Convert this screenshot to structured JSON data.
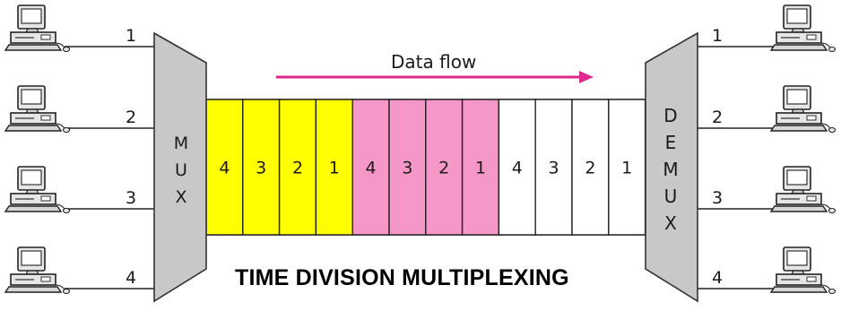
{
  "flow": {
    "label": "Data flow",
    "arrow_color": "#e0288c"
  },
  "title": "TIME DIVISION MULTIPLEXING",
  "mux": {
    "label": [
      "M",
      "U",
      "X"
    ],
    "fill": "#c8c8c8"
  },
  "demux": {
    "label": [
      "D",
      "E",
      "M",
      "U",
      "X"
    ],
    "fill": "#c8c8c8"
  },
  "inputs": [
    "1",
    "2",
    "3",
    "4"
  ],
  "outputs": [
    "1",
    "2",
    "3",
    "4"
  ],
  "frames": [
    {
      "color": "#ffff00",
      "slots": [
        "4",
        "3",
        "2",
        "1"
      ]
    },
    {
      "color": "#f598c8",
      "slots": [
        "4",
        "3",
        "2",
        "1"
      ]
    },
    {
      "color": "#ffffff",
      "slots": [
        "4",
        "3",
        "2",
        "1"
      ]
    }
  ]
}
